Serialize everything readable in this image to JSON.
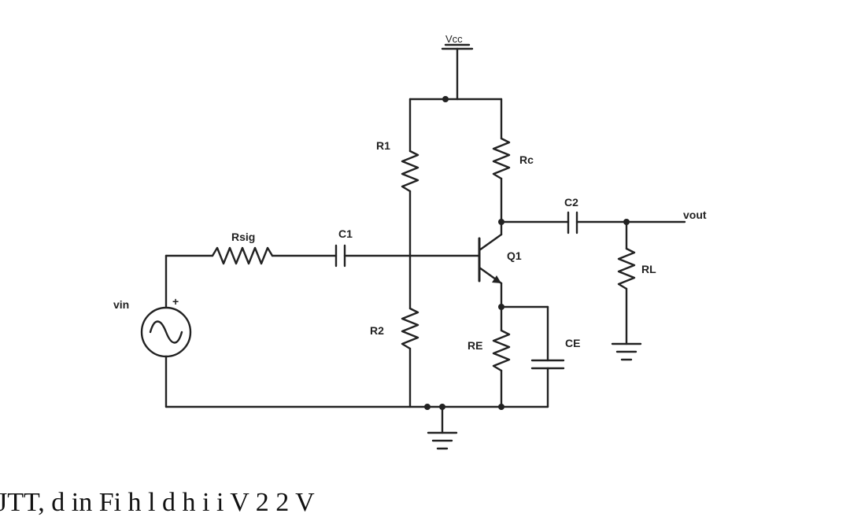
{
  "page_text": {
    "top_fragment": "ꞌ ꞌ ꞌꞌ  ꞌ ꞌ ꞌ  ꞌ",
    "bottom_fragment": "JTT, d    in Fi    h l  d h       i  i  V     2 2 V"
  },
  "labels": {
    "vcc": "Vcc",
    "r1": "R1",
    "rc": "Rc",
    "c2": "C2",
    "vout": "vout",
    "rsig": "Rsig",
    "c1": "C1",
    "q1": "Q1",
    "rl": "RL",
    "vin": "vin",
    "plus": "+",
    "r2": "R2",
    "re": "RE",
    "ce": "CE"
  }
}
